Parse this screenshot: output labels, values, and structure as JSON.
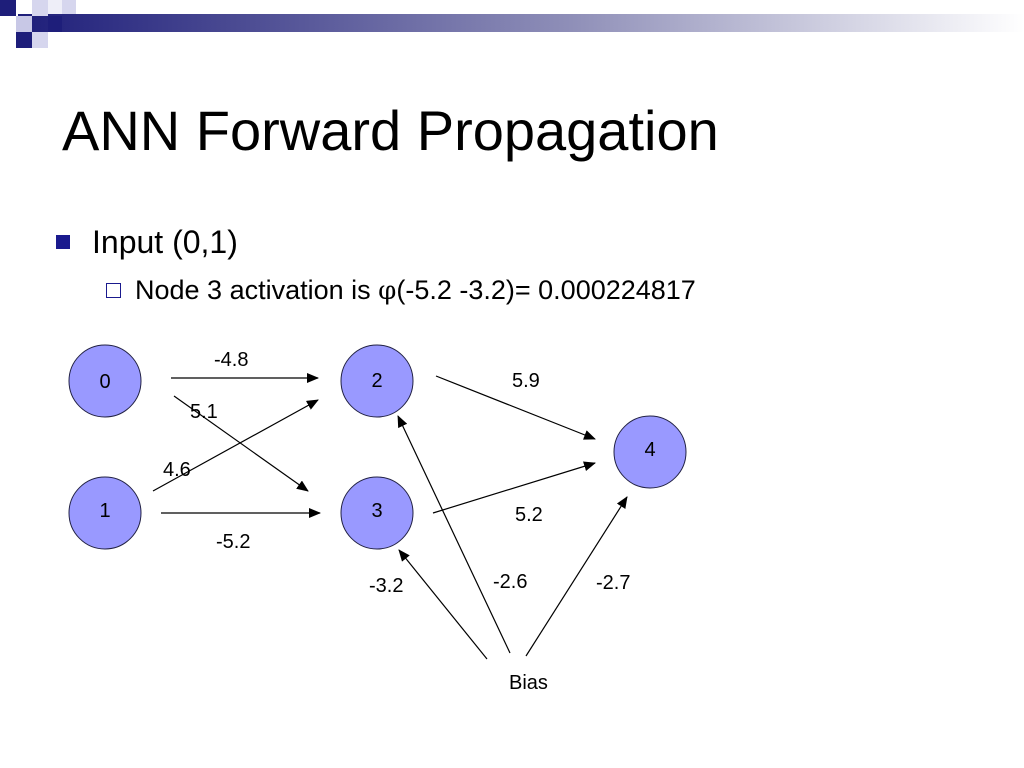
{
  "slide": {
    "title": "ANN Forward Propagation",
    "bullets": [
      {
        "text": "Input (0,1)",
        "sub": [
          {
            "prefix": "Node 3 activation is ",
            "phi": "φ",
            "suffix": "(-5.2 -3.2)=  0.000224817"
          }
        ]
      }
    ]
  },
  "diagram": {
    "nodes": {
      "n0": "0",
      "n1": "1",
      "n2": "2",
      "n3": "3",
      "n4": "4",
      "bias": "Bias"
    },
    "weights": {
      "w0_2": "-4.8",
      "w0_3": "5.1",
      "w1_2": "4.6",
      "w1_3": "-5.2",
      "w2_4": "5.9",
      "w3_4": "5.2",
      "wb_3": "-3.2",
      "wb_2": "-2.6",
      "wb_4": "-2.7"
    }
  },
  "colors": {
    "node_fill": "#9999ff",
    "bullet": "#1a1a8e",
    "accent_bar": "#1e1e7a"
  }
}
